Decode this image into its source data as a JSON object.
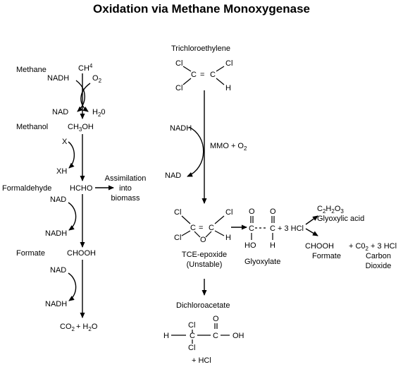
{
  "title": "Oxidation via Methane Monoxygenase",
  "left_pathway": {
    "methane_label": "Methane",
    "methane_formula_main": "CH",
    "methane_formula_sub": "4",
    "nadh_1": "NADH",
    "o2_main": "O",
    "o2_sub": "2",
    "nad_1": "NAD",
    "h2o_main": "H",
    "h2o_sub": "2",
    "h2o_end": "0",
    "methanol_label": "Methanol",
    "methanol_formula_pre": "CH",
    "methanol_formula_sub": "3",
    "methanol_formula_post": "OH",
    "x": "X",
    "xh": "XH",
    "assimilation_line1": "Assimilation",
    "assimilation_line2": "into",
    "assimilation_line3": "biomass",
    "formaldehyde_label": "Formaldehyde",
    "formaldehyde_formula": "HCHO",
    "nad_2": "NAD",
    "nadh_2": "NADH",
    "formate_label": "Formate",
    "formate_formula": "CHOOH",
    "nad_3": "NAD",
    "nadh_3": "NADH",
    "co2_main": "CO",
    "co2_sub": "2",
    "plus_h2o_pre": "+ H",
    "plus_h2o_sub": "2",
    "plus_h2o_post": "O"
  },
  "right_pathway": {
    "tce_label": "Trichloroethylene",
    "cl": "Cl",
    "c": "C",
    "h": "H",
    "double_bond": "=",
    "nadh": "NADH",
    "mmo_text": "MMO + O",
    "mmo_sub": "2",
    "nad": "NAD",
    "o": "O",
    "epoxide_line1": "TCE-epoxide",
    "epoxide_line2": "(Unstable)",
    "glyoxylate_ho": "HO",
    "glyoxylate_plus": "+ 3 HCl",
    "glyoxylate_label": "Glyoxylic acid",
    "glyoxylate_name": "Glyoxylate",
    "glyoxylic_formula_1": "C",
    "glyoxylic_formula_2": "2",
    "glyoxylic_formula_3": "H",
    "glyoxylic_formula_4": "2",
    "glyoxylic_formula_5": "O",
    "glyoxylic_formula_6": "3",
    "formate_formula": "CHOOH",
    "formate_label": "Formate",
    "co2_text": "+ C0",
    "co2_sub": "2",
    "co2_post": " + 3 HCl",
    "carbon_line1": "Carbon",
    "carbon_line2": "Dioxide",
    "dichloroacetate_label": "Dichloroacetate",
    "oh": "OH",
    "plus_hcl": "+ HCl"
  }
}
